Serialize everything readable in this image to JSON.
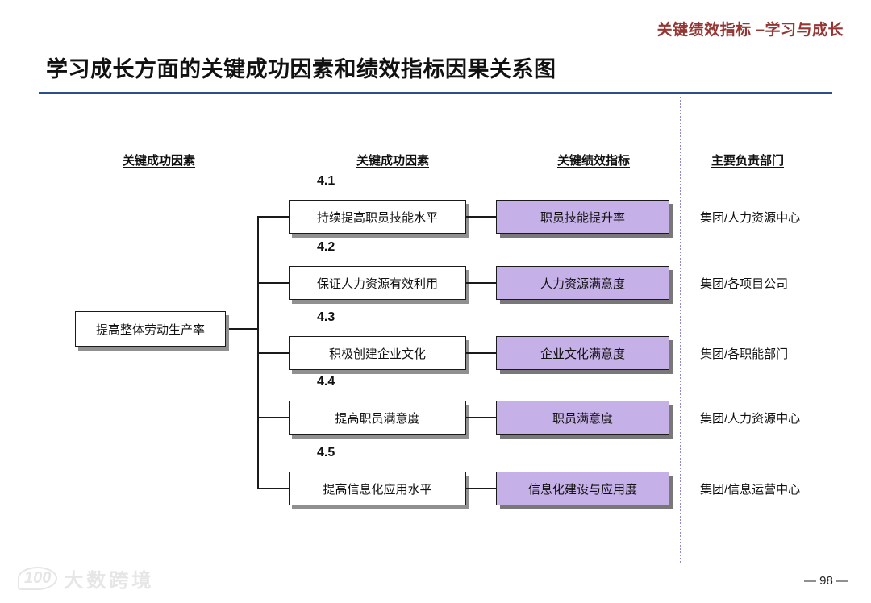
{
  "slide": {
    "corner_tag": "关键绩效指标 –学习与成长",
    "title": "学习成长方面的关键成功因素和绩效指标因果关系图",
    "page_number": "— 98 —",
    "watermark": {
      "logo": "100",
      "text": "大数跨境"
    }
  },
  "columns": {
    "csf_left": "关键成功因素",
    "csf_mid": "关键成功因素",
    "kpi": "关键绩效指标",
    "dept": "主要负责部门"
  },
  "root_box": "提高整体劳动生产率",
  "rows": [
    {
      "num": "4.1",
      "csf": "持续提高职员技能水平",
      "kpi": "职员技能提升率",
      "dept": "集团/人力资源中心"
    },
    {
      "num": "4.2",
      "csf": "保证人力资源有效利用",
      "kpi": "人力资源满意度",
      "dept": "集团/各项目公司"
    },
    {
      "num": "4.3",
      "csf": "积极创建企业文化",
      "kpi": "企业文化满意度",
      "dept": "集团/各职能部门"
    },
    {
      "num": "4.4",
      "csf": "提高职员满意度",
      "kpi": "职员满意度",
      "dept": "集团/人力资源中心"
    },
    {
      "num": "4.5",
      "csf": "提高信息化应用水平",
      "kpi": "信息化建设与应用度",
      "dept": "集团/信息运营中心"
    }
  ],
  "colors": {
    "accent_red": "#943634",
    "kpi_fill": "#c6b0e8",
    "title_rule_blue": "#2c4e8a",
    "separator_blue": "#8c8cd8",
    "box_shadow_gray": "#909090"
  }
}
